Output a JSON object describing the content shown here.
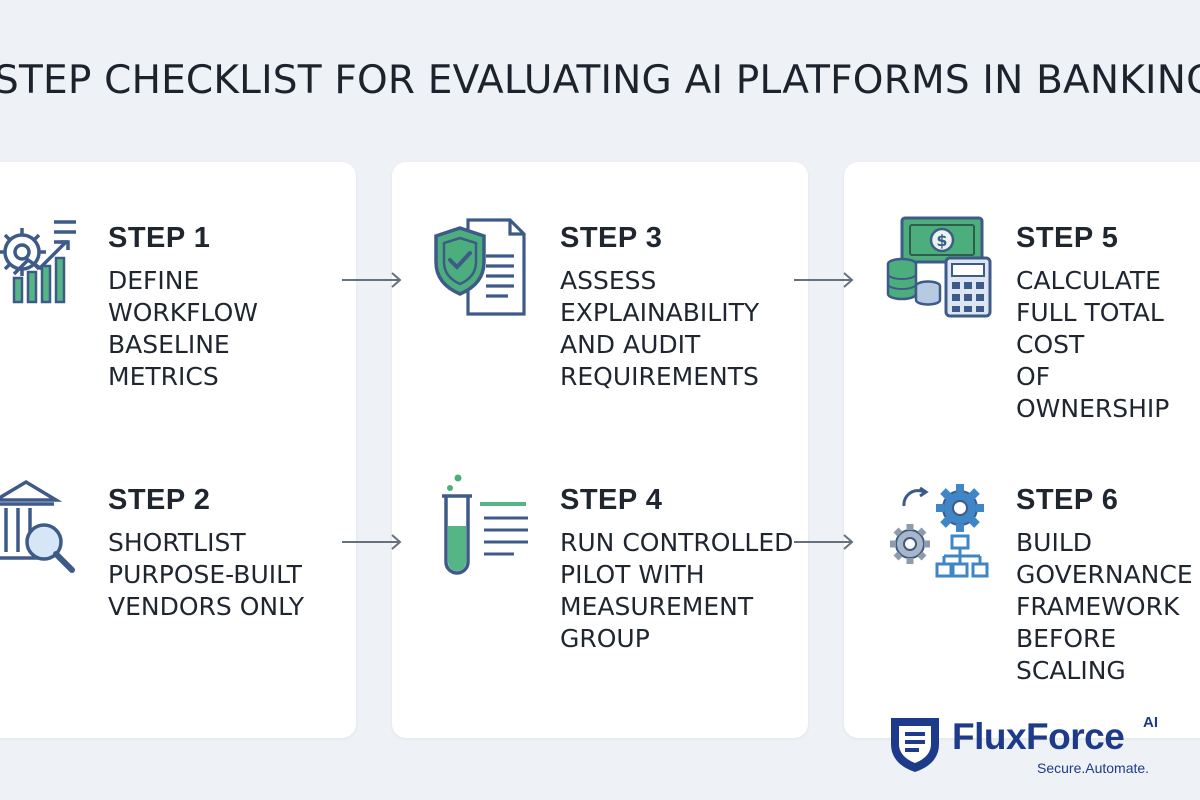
{
  "title": "STEP CHECKLIST FOR EVALUATING AI PLATFORMS IN BANKING",
  "steps": [
    {
      "label": "STEP 1",
      "text": "DEFINE\nWORKFLOW\nBASELINE\nMETRICS",
      "icon": "gear-chart-icon"
    },
    {
      "label": "STEP 2",
      "text": "SHORTLIST\nPURPOSE-BUILT\nVENDORS ONLY",
      "icon": "bank-search-icon"
    },
    {
      "label": "STEP 3",
      "text": "ASSESS\nEXPLAINABILITY\nAND AUDIT\nREQUIREMENTS",
      "icon": "shield-document-icon"
    },
    {
      "label": "STEP 4",
      "text": "RUN CONTROLLED\nPILOT WITH\nMEASUREMENT\nGROUP",
      "icon": "test-tube-icon"
    },
    {
      "label": "STEP 5",
      "text": "CALCULATE\nFULL TOTAL COST\nOF OWNERSHIP",
      "icon": "money-calculator-icon"
    },
    {
      "label": "STEP 6",
      "text": "BUILD\nGOVERNANCE\nFRAMEWORK\nBEFORE SCALING",
      "icon": "gears-hierarchy-icon"
    }
  ],
  "brand": {
    "name": "FluxForce",
    "suffix": "AI",
    "tagline": "Secure.Automate."
  },
  "colors": {
    "navy": "#3e5a88",
    "green": "#4cae7c",
    "blue": "#3f86c6",
    "brand": "#1e3a8a",
    "background": "#eef2f6"
  }
}
